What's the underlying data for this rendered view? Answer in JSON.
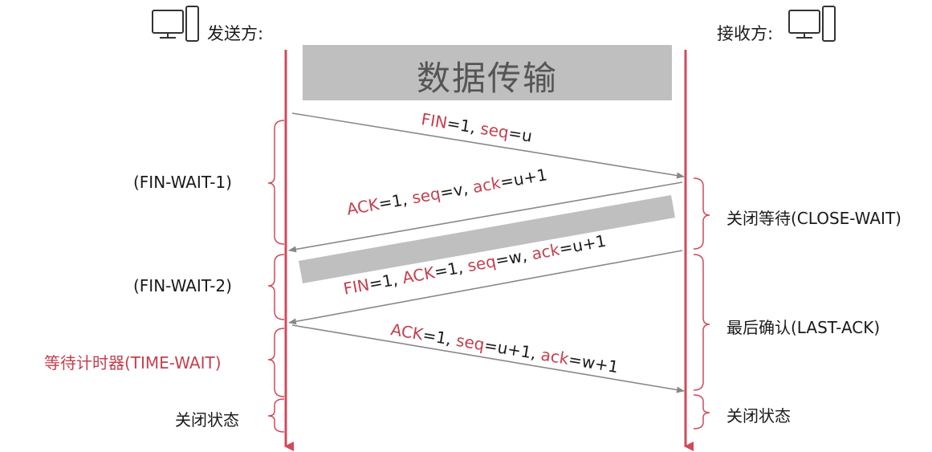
{
  "sender": {
    "label": "发送方:",
    "icon": "computer-icon"
  },
  "receiver": {
    "label": "接收方:",
    "icon": "computer-icon"
  },
  "data_transfer_label": "数据传输",
  "messages": [
    {
      "id": "m1",
      "parts": [
        {
          "t": "FIN",
          "hl": true
        },
        {
          "t": "=1, ",
          "hl": false
        },
        {
          "t": "seq",
          "hl": true
        },
        {
          "t": "=u",
          "hl": false
        }
      ]
    },
    {
      "id": "m2",
      "parts": [
        {
          "t": "ACK",
          "hl": true
        },
        {
          "t": "=1, ",
          "hl": false
        },
        {
          "t": "seq",
          "hl": true
        },
        {
          "t": "=v, ",
          "hl": false
        },
        {
          "t": "ack",
          "hl": true
        },
        {
          "t": "=u+1",
          "hl": false
        }
      ]
    },
    {
      "id": "m3",
      "parts": [
        {
          "t": "FIN",
          "hl": true
        },
        {
          "t": "=1, ",
          "hl": false
        },
        {
          "t": "ACK",
          "hl": true
        },
        {
          "t": "=1, ",
          "hl": false
        },
        {
          "t": "seq",
          "hl": true
        },
        {
          "t": "=w, ",
          "hl": false
        },
        {
          "t": "ack",
          "hl": true
        },
        {
          "t": "=u+1",
          "hl": false
        }
      ]
    },
    {
      "id": "m4",
      "parts": [
        {
          "t": "ACK",
          "hl": true
        },
        {
          "t": "=1, ",
          "hl": false
        },
        {
          "t": "seq",
          "hl": true
        },
        {
          "t": "=u+1, ",
          "hl": false
        },
        {
          "t": "ack",
          "hl": true
        },
        {
          "t": "=w+1",
          "hl": false
        }
      ]
    }
  ],
  "sender_states": {
    "fin_wait_1": "(FIN-WAIT-1)",
    "fin_wait_2": "(FIN-WAIT-2)",
    "time_wait": "等待计时器(TIME-WAIT)",
    "closed": "关闭状态"
  },
  "receiver_states": {
    "close_wait": "关闭等待(CLOSE-WAIT)",
    "last_ack": "最后确认(LAST-ACK)",
    "closed": "关闭状态"
  },
  "colors": {
    "accent": "#c4404f",
    "line": "#d14a5a",
    "arrow": "#888888",
    "band": "#bfbfbf"
  }
}
